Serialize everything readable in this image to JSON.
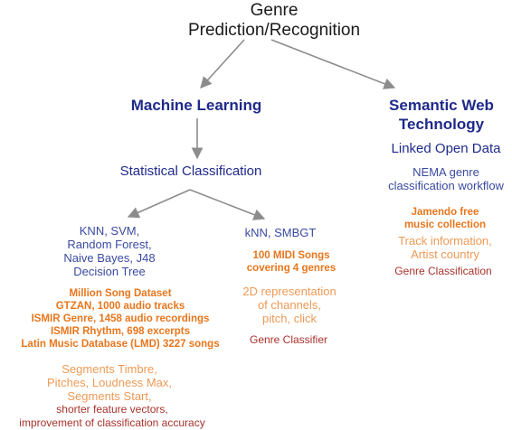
{
  "root": {
    "line1": "Genre",
    "line2": "Prediction/Recognition"
  },
  "ml": {
    "title": "Machine Learning",
    "statistical": "Statistical Classification",
    "left": {
      "algorithms": [
        "KNN, SVM,",
        "Random Forest,",
        "Naive Bayes, J48",
        "Decision Tree"
      ],
      "datasets": [
        "Million Song Dataset",
        "GTZAN, 1000 audio tracks",
        "ISMIR Genre, 1458 audio recordings",
        "ISMIR Rhythm, 698 excerpts",
        "Latin Music Database (LMD) 3227 songs"
      ],
      "features": [
        "Segments Timbre,",
        "Pitches, Loudness Max,",
        "Segments Start,"
      ],
      "result": [
        "shorter feature vectors,",
        "improvement of classification accuracy"
      ]
    },
    "right": {
      "algorithms": "kNN, SMBGT",
      "dataset": [
        "100 MIDI Songs",
        "covering 4 genres"
      ],
      "features": [
        "2D representation",
        "of channels,",
        "pitch, click"
      ],
      "result": "Genre Classifier"
    }
  },
  "sw": {
    "title": [
      "Semantic Web",
      "Technology"
    ],
    "lod": "Linked Open Data",
    "nema": [
      "NEMA genre",
      "classification workflow"
    ],
    "dataset": [
      "Jamendo free",
      "music collection"
    ],
    "features": [
      "Track information,",
      "Artist country"
    ],
    "result": "Genre Classification"
  },
  "colors": {
    "arrow": "#8c8c8c",
    "heading": "#1f2a8a",
    "algorithm_text": "#3a4aa0",
    "dataset_text": "#e8761c",
    "feature_text": "#ee9a55",
    "result_text": "#a8322c"
  }
}
